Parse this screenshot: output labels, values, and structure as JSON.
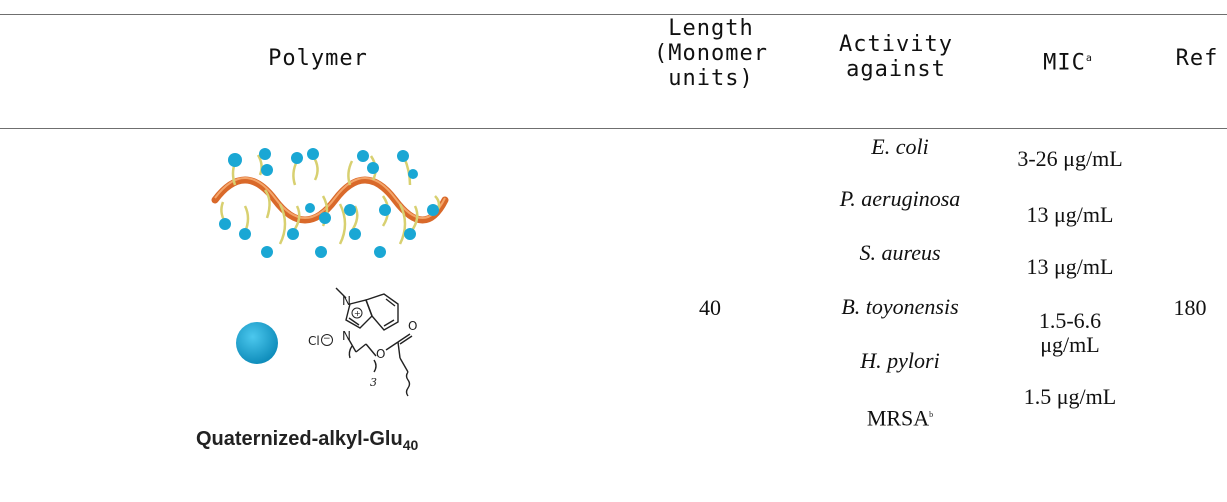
{
  "table": {
    "headers": {
      "polymer": "Polymer",
      "length_line1": "Length",
      "length_line2": "(Monomer",
      "length_line3": "units)",
      "activity_line1": "Activity",
      "activity_line2": "against",
      "mic": "MIC",
      "mic_mark": "a",
      "ref": "Ref"
    },
    "row": {
      "polymer_name": "Quaternized-alkyl-Glu",
      "polymer_subscript": "40",
      "length": "40",
      "ref": "180",
      "organisms": [
        "E. coli",
        "P. aeruginosa",
        "S. aureus",
        "B. toyonensis",
        "H. pylori",
        "MRSA"
      ],
      "organism_mark": "b",
      "mics": [
        "3-26 μg/mL",
        "13 μg/mL",
        "13 μg/mL",
        "1.5-6.6",
        "μg/mL",
        "1.5 μg/mL"
      ]
    },
    "structure": {
      "counterion": "Cl",
      "subscript_n": "3"
    }
  },
  "colors": {
    "bead": "#1aa7d4",
    "backbone": "#d9692a",
    "linker": "#d8d070",
    "rule": "#6f6f6f"
  }
}
